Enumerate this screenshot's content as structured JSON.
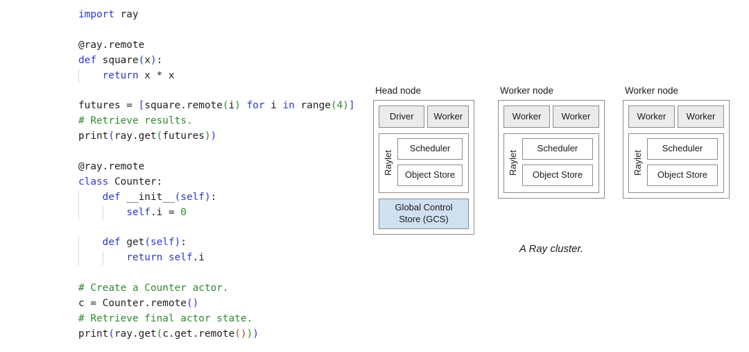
{
  "code": {
    "colors": {
      "plain": "#1e1e1e",
      "keyword": "#2c38cf",
      "comment": "#2e8b30",
      "number": "#2e8b30",
      "bracket_level1": "#2c38cf",
      "bracket_level2": "#2e8b30",
      "bracket_level3": "#ae531f"
    },
    "lines": [
      [
        [
          "kw",
          "import"
        ],
        [
          "pl",
          " ray"
        ]
      ],
      [],
      [
        [
          "pl",
          "@ray.remote"
        ]
      ],
      [
        [
          "kw",
          "def"
        ],
        [
          "pl",
          " square"
        ],
        [
          "b1",
          "("
        ],
        [
          "pl",
          "x"
        ],
        [
          "b1",
          ")"
        ],
        [
          "pl",
          ":"
        ]
      ],
      [
        [
          "pl",
          "    "
        ],
        [
          "kw",
          "return"
        ],
        [
          "pl",
          " x * x"
        ]
      ],
      [],
      [
        [
          "pl",
          "futures = "
        ],
        [
          "b1",
          "["
        ],
        [
          "pl",
          "square.remote"
        ],
        [
          "b2",
          "("
        ],
        [
          "pl",
          "i"
        ],
        [
          "b2",
          ")"
        ],
        [
          "pl",
          " "
        ],
        [
          "kw",
          "for"
        ],
        [
          "pl",
          " i "
        ],
        [
          "kw",
          "in"
        ],
        [
          "pl",
          " range"
        ],
        [
          "b2",
          "("
        ],
        [
          "nu",
          "4"
        ],
        [
          "b2",
          ")"
        ],
        [
          "b1",
          "]"
        ]
      ],
      [
        [
          "cm",
          "# Retrieve results."
        ]
      ],
      [
        [
          "pl",
          "print"
        ],
        [
          "b1",
          "("
        ],
        [
          "pl",
          "ray.get"
        ],
        [
          "b2",
          "("
        ],
        [
          "pl",
          "futures"
        ],
        [
          "b2",
          ")"
        ],
        [
          "b1",
          ")"
        ]
      ],
      [],
      [
        [
          "pl",
          "@ray.remote"
        ]
      ],
      [
        [
          "kw",
          "class"
        ],
        [
          "pl",
          " Counter:"
        ]
      ],
      [
        [
          "pl",
          "    "
        ],
        [
          "kw",
          "def"
        ],
        [
          "pl",
          " __init__"
        ],
        [
          "b1",
          "("
        ],
        [
          "kw",
          "self"
        ],
        [
          "b1",
          ")"
        ],
        [
          "pl",
          ":"
        ]
      ],
      [
        [
          "pl",
          "        "
        ],
        [
          "kw",
          "self"
        ],
        [
          "pl",
          ".i = "
        ],
        [
          "nu",
          "0"
        ]
      ],
      [],
      [
        [
          "pl",
          "    "
        ],
        [
          "kw",
          "def"
        ],
        [
          "pl",
          " get"
        ],
        [
          "b1",
          "("
        ],
        [
          "kw",
          "self"
        ],
        [
          "b1",
          ")"
        ],
        [
          "pl",
          ":"
        ]
      ],
      [
        [
          "pl",
          "        "
        ],
        [
          "kw",
          "return"
        ],
        [
          "pl",
          " "
        ],
        [
          "kw",
          "self"
        ],
        [
          "pl",
          ".i"
        ]
      ],
      [],
      [
        [
          "cm",
          "# Create a Counter actor."
        ]
      ],
      [
        [
          "pl",
          "c = Counter.remote"
        ],
        [
          "b1",
          "("
        ],
        [
          "b1",
          ")"
        ]
      ],
      [
        [
          "cm",
          "# Retrieve final actor state."
        ]
      ],
      [
        [
          "pl",
          "print"
        ],
        [
          "b1",
          "("
        ],
        [
          "pl",
          "ray.get"
        ],
        [
          "b2",
          "("
        ],
        [
          "pl",
          "c.get.remote"
        ],
        [
          "b3",
          "("
        ],
        [
          "b3",
          ")"
        ],
        [
          "b2",
          ")"
        ],
        [
          "b1",
          ")"
        ]
      ]
    ]
  },
  "diagram": {
    "caption": "A Ray cluster.",
    "colors": {
      "border": "#8a8a8a",
      "box_fill": "#ffffff",
      "process_fill": "#ebebeb",
      "gcs_fill": "#cfe0f0"
    },
    "nodes": [
      {
        "title": "Head node",
        "processes": [
          "Driver",
          "Worker"
        ],
        "raylet_label": "Raylet",
        "components": [
          "Scheduler",
          "Object Store"
        ],
        "gcs": "Global Control Store (GCS)"
      },
      {
        "title": "Worker node",
        "processes": [
          "Worker",
          "Worker"
        ],
        "raylet_label": "Raylet",
        "components": [
          "Scheduler",
          "Object Store"
        ]
      },
      {
        "title": "Worker node",
        "processes": [
          "Worker",
          "Worker"
        ],
        "raylet_label": "Raylet",
        "components": [
          "Scheduler",
          "Object Store"
        ]
      }
    ]
  }
}
